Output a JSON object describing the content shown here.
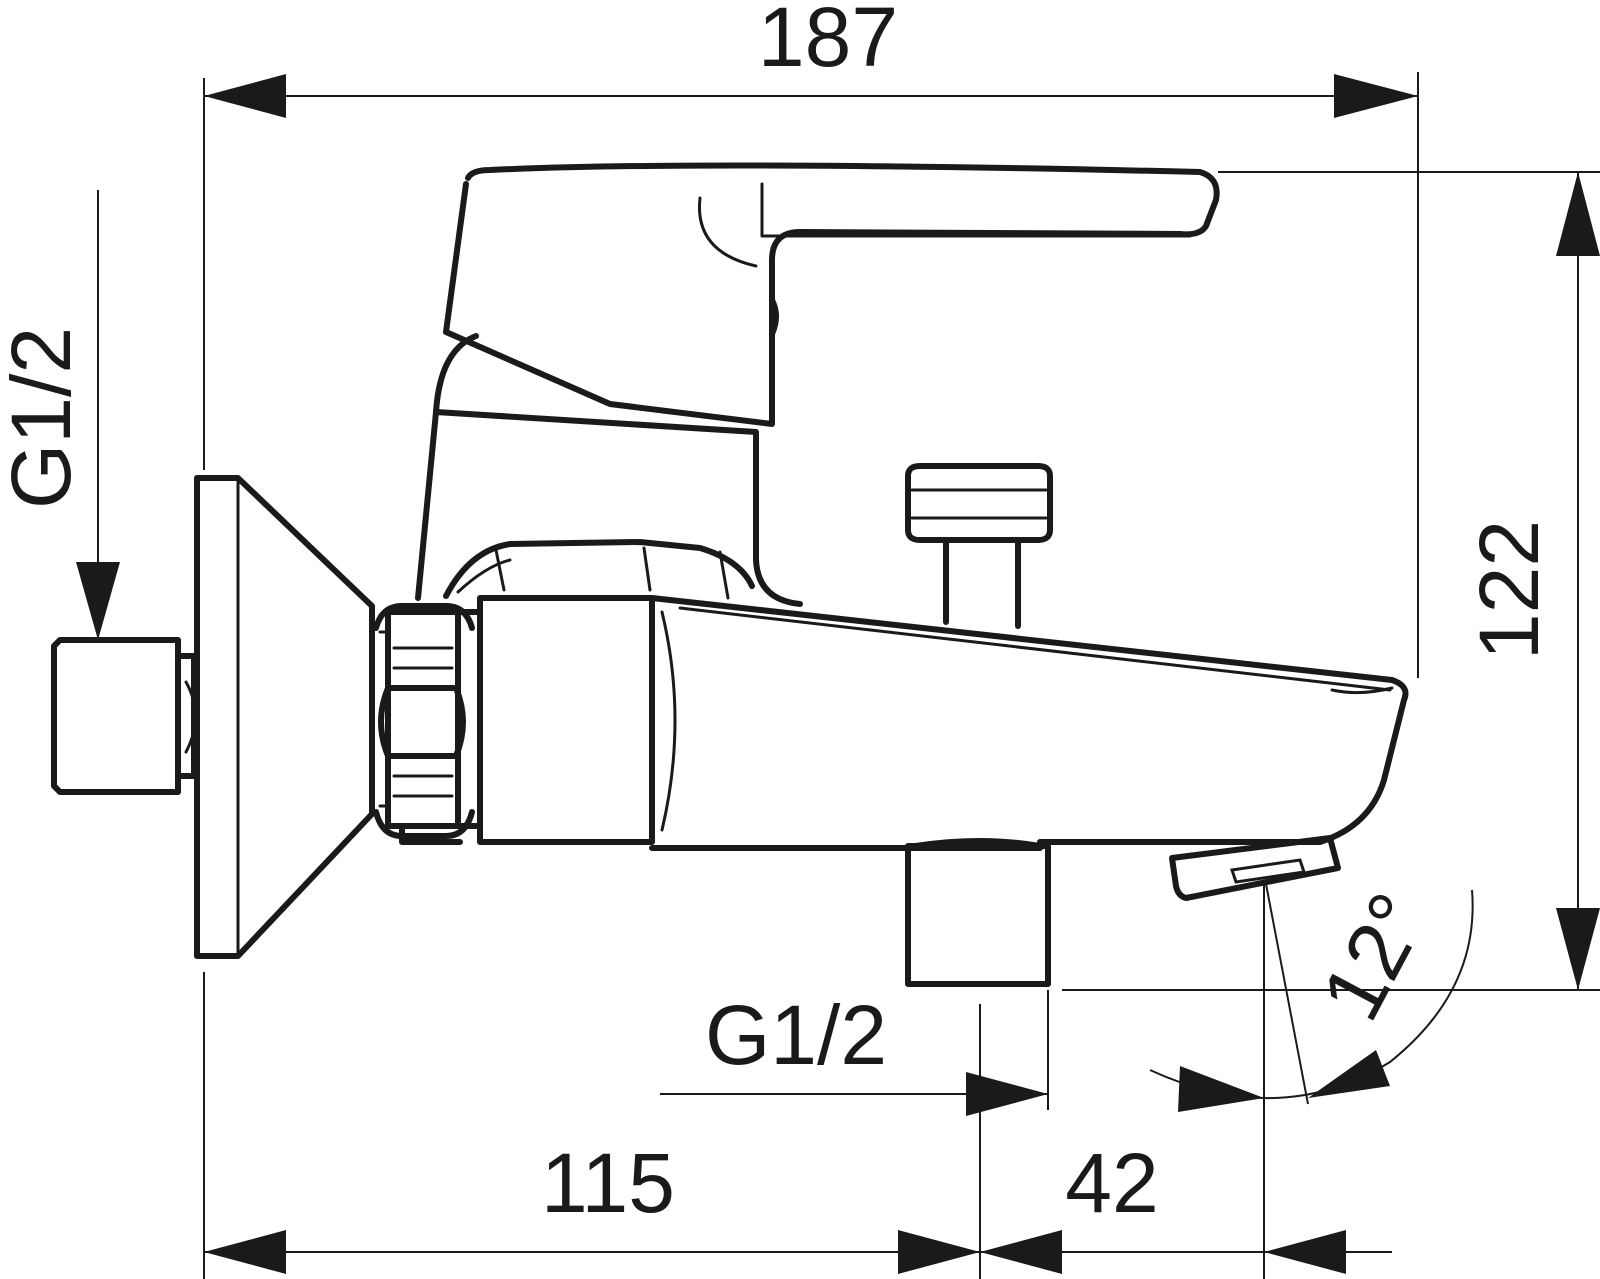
{
  "dimensions": {
    "overall_width": "187",
    "overall_height": "122",
    "wall_to_outlet": "115",
    "outlet_to_spout": "42",
    "spout_angle": "12°"
  },
  "threads": {
    "inlet_thread": "G1/2",
    "outlet_thread": "G1/2"
  }
}
